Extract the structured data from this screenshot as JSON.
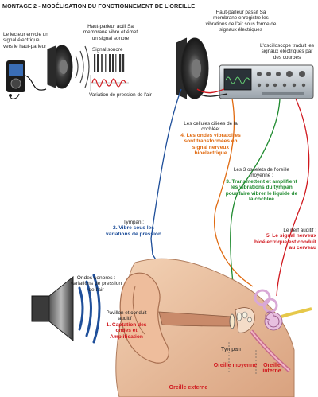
{
  "title": "MONTAGE 2 - MODÉLISATION DU FONCTIONNEMENT DE L'OREILLE",
  "player": {
    "text": "Le lecteur envoie un signal électrique vers le haut-parleur"
  },
  "speaker_active": {
    "text": "Haut-parleur actif Sa membrane vibre et émet un signal sonore"
  },
  "signal": {
    "label": "Signal sonore",
    "pressure_label": "Variation de pression de l'air"
  },
  "speaker_passive": {
    "text": "Haut-parleur passif Sa membrane enregistre les vibrations de l'air sous forme de signaux électriques"
  },
  "oscilloscope": {
    "text": "L'oscilloscope traduit les signaux électriques par des courbes"
  },
  "cochlea": {
    "intro": "Les cellules ciliées de la cochlée:",
    "step": "4. Les ondes vibratoires sont transformées en signal nerveux bioélectrique",
    "color": "#e06a10"
  },
  "ossicles": {
    "intro": "Les 3 osselets de l'oreille moyenne :",
    "step": "3. Transmettent et amplifient les vibrations du tympan pour faire vibrer le liquide de la cochlée",
    "color": "#1e8a2e"
  },
  "tympan_note": {
    "intro": "Tympan :",
    "step": "2. Vibre sous les variations de pression",
    "color": "#1f4f9a"
  },
  "nerve": {
    "intro": "Le nerf auditif :",
    "step": "5. Le signal nerveux bioélectrique est conduit au cerveau",
    "color": "#d0181e"
  },
  "sound_waves": {
    "text": "Ondes sonores : variations de pression de l'air"
  },
  "pavillon": {
    "intro": "Pavillon et conduit auditif :",
    "step": "1. Captation des ondes et Amplification",
    "color": "#d0181e"
  },
  "labels": {
    "tympan": "Tympan",
    "oreille_moyenne": "Oreille moyenne",
    "oreille_interne": "Oreille interne",
    "oreille_externe": "Oreille externe",
    "region_color": "#d0181e"
  }
}
